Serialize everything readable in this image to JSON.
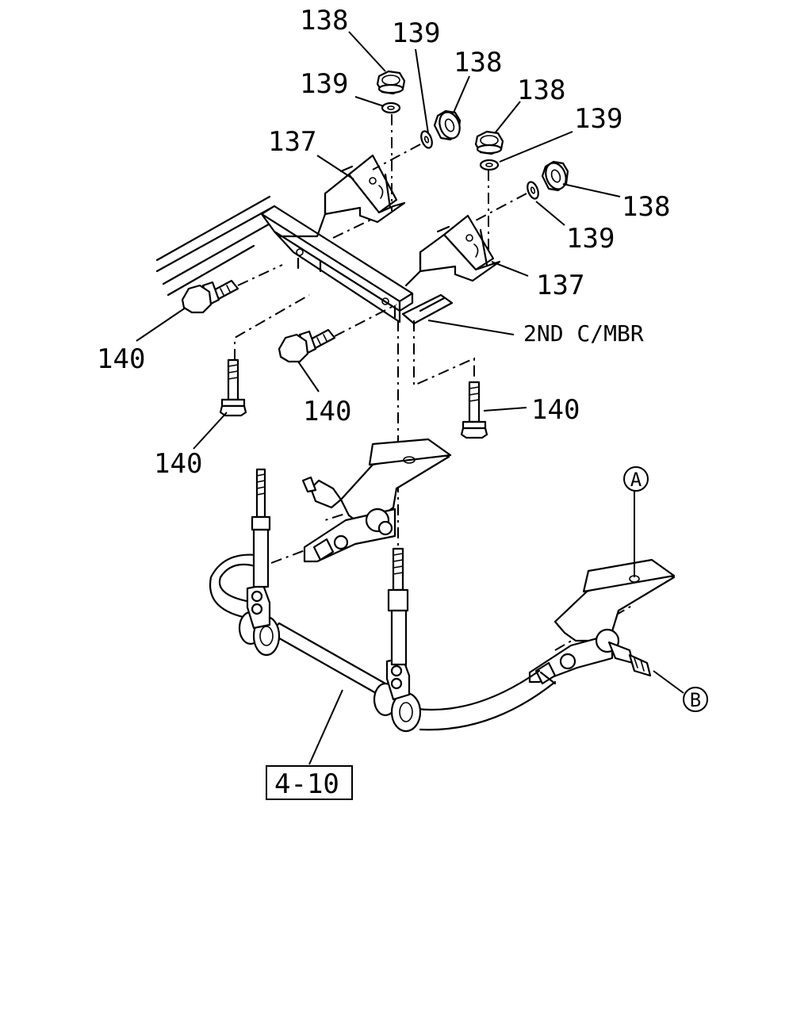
{
  "labels": {
    "p137_upper": "137",
    "p137_lower": "137",
    "p138_top": "138",
    "p138_mid": "138",
    "p138_right_top": "138",
    "p138_right": "138",
    "p139_left": "139",
    "p139_mid": "139",
    "p139_right_top": "139",
    "p139_right": "139",
    "p140_left": "140",
    "p140_mid": "140",
    "p140_right": "140",
    "p140_bottom": "140",
    "crossmember": "2ND C/MBR",
    "ref_box": "4-10",
    "callout_a": "A",
    "callout_b": "B"
  }
}
